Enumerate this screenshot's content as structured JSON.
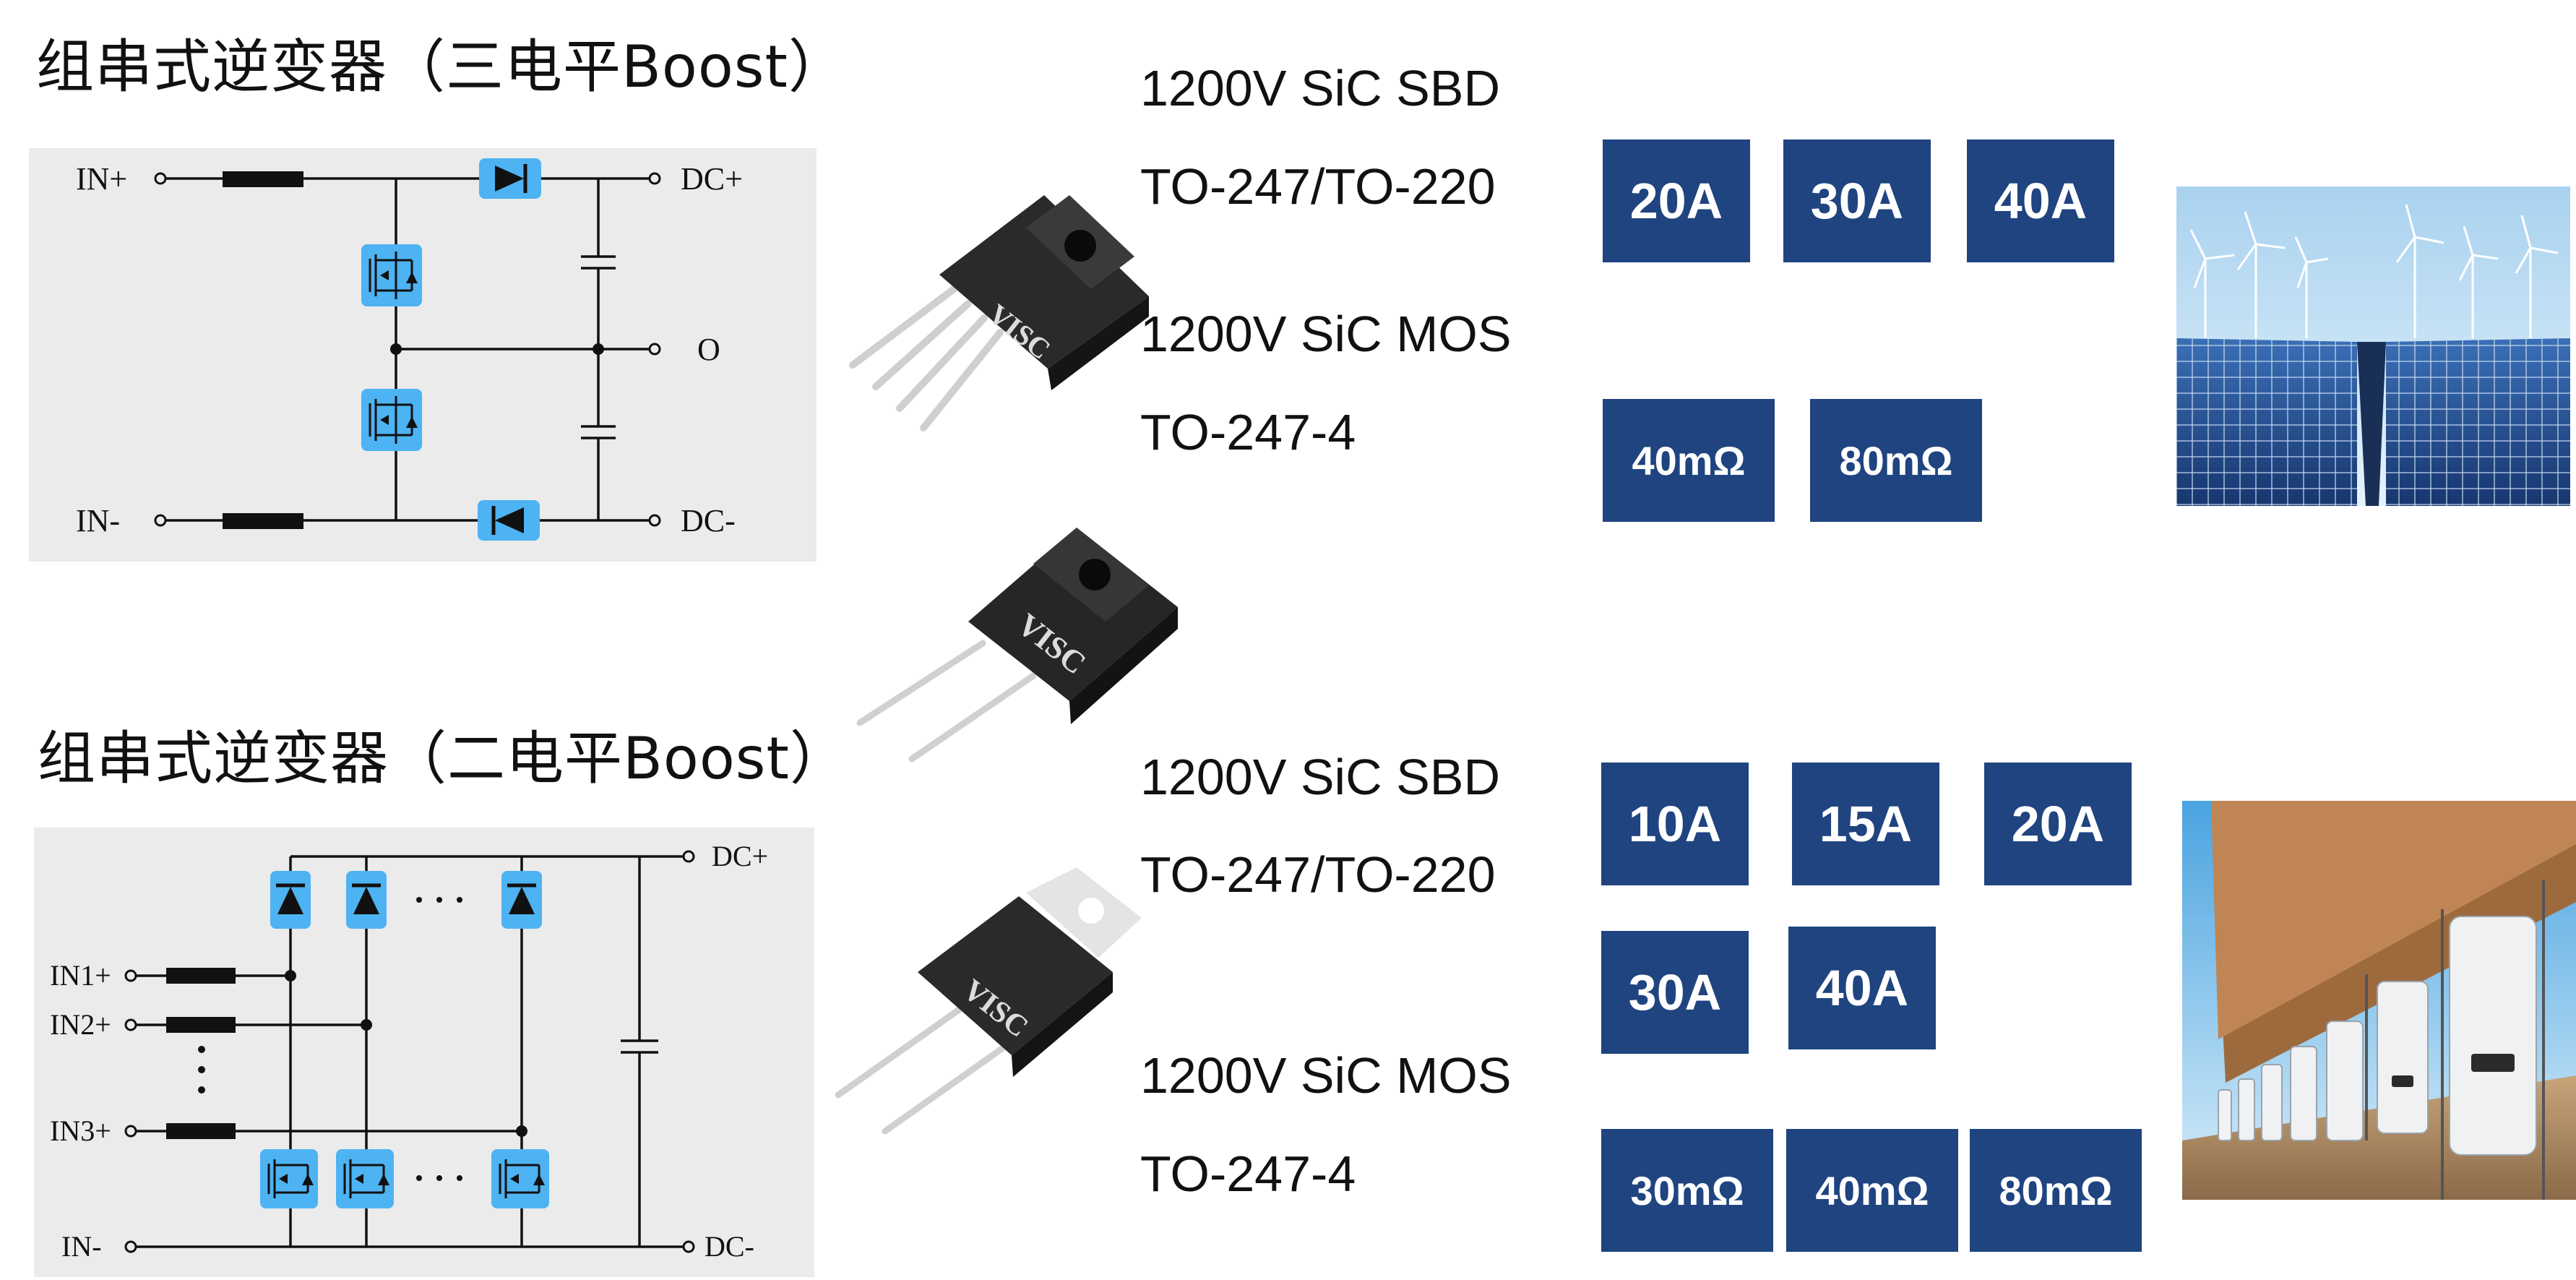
{
  "topology_1": {
    "title": "组串式逆变器（三电平Boost）",
    "labels": {
      "in_plus": "IN+",
      "in_minus": "IN-",
      "dc_plus": "DC+",
      "mid": "O",
      "dc_minus": "DC-"
    }
  },
  "topology_2": {
    "title": "组串式逆变器（二电平Boost）",
    "labels": {
      "in1": "IN1+",
      "in2": "IN2+",
      "in3": "IN3+",
      "in_minus": "IN-",
      "dc_plus": "DC+",
      "dc_minus": "DC-"
    }
  },
  "packages": {
    "brand": "VISC"
  },
  "section_1": {
    "sbd_title": "1200V SiC SBD",
    "sbd_package": "TO-247/TO-220",
    "mos_title": "1200V SiC MOS",
    "mos_package": "TO-247-4",
    "sbd_currents": [
      "20A",
      "30A",
      "40A"
    ],
    "mos_resistances": [
      "40mΩ",
      "80mΩ"
    ]
  },
  "section_2": {
    "sbd_title": "1200V SiC SBD",
    "sbd_package": "TO-247/TO-220",
    "mos_title": "1200V SiC MOS",
    "mos_package": "TO-247-4",
    "sbd_currents": [
      "10A",
      "15A",
      "20A",
      "30A",
      "40A"
    ],
    "mos_resistances": [
      "30mΩ",
      "40mΩ",
      "80mΩ"
    ]
  },
  "colors": {
    "badge": "#1f4480",
    "highlight": "#4db3f2",
    "panel": "#ebebeb"
  }
}
